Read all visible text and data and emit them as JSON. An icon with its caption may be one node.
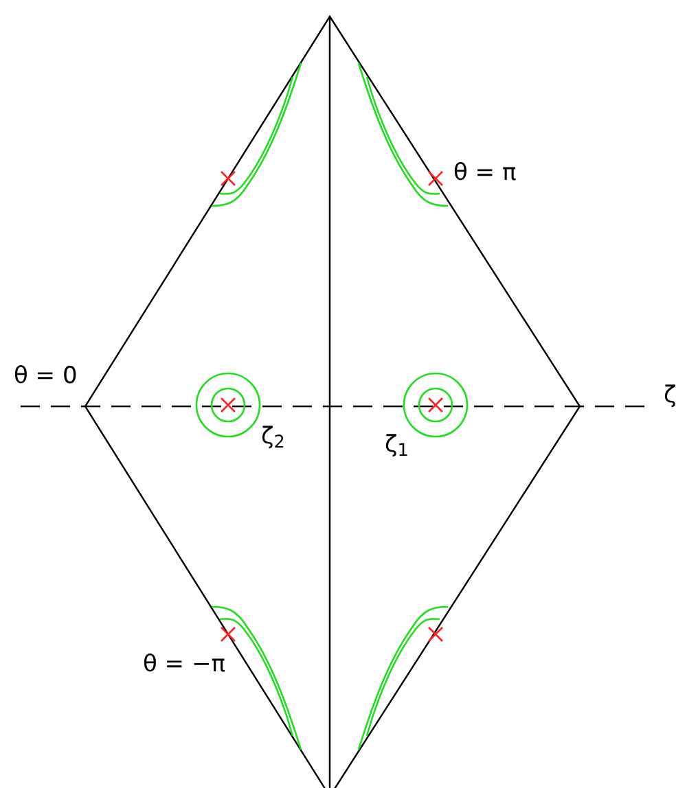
{
  "diagram": {
    "labels": [
      "θ = π",
      "θ = 0",
      "ζ",
      "ζ$_{2}$",
      "ζ$_{1}$",
      "θ = −π"
    ]
  }
}
